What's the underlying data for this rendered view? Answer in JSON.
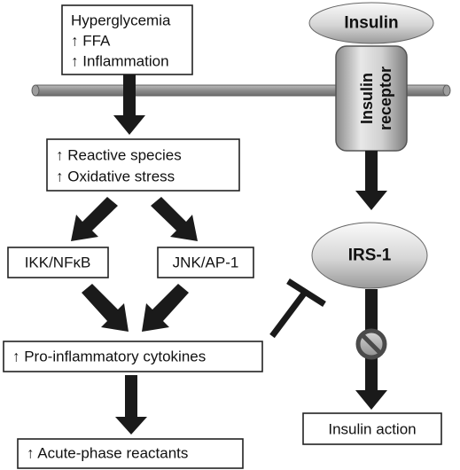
{
  "boxes": {
    "stimuli": {
      "lines": [
        "Hyperglycemia",
        "↑ FFA",
        "↑ Inflammation"
      ]
    },
    "reactive": {
      "lines": [
        "↑ Reactive species",
        "↑ Oxidative stress"
      ]
    },
    "ikk": {
      "label": "IKK/NFκB"
    },
    "jnk": {
      "label": "JNK/AP-1"
    },
    "cytokines": {
      "label": "↑ Pro-inflammatory cytokines"
    },
    "acute": {
      "label": "↑ Acute-phase reactants"
    },
    "insulin_action": {
      "label": "Insulin action"
    }
  },
  "insulin": {
    "label": "Insulin"
  },
  "receptor": {
    "lines": [
      "Insulin",
      "receptor"
    ]
  },
  "irs1": {
    "label": "IRS-1"
  },
  "icons": {
    "inhibition": "inhibition-tbar-icon",
    "prohibited": "prohibited-icon"
  },
  "colors": {
    "arrow": "#1a1a1a",
    "membrane": "#8c8c8c",
    "oval_light": "#f4f4f4",
    "oval_dark": "#9a9a9a",
    "receptor_light": "#e6e6e6",
    "receptor_dark": "#8a8a8a"
  }
}
